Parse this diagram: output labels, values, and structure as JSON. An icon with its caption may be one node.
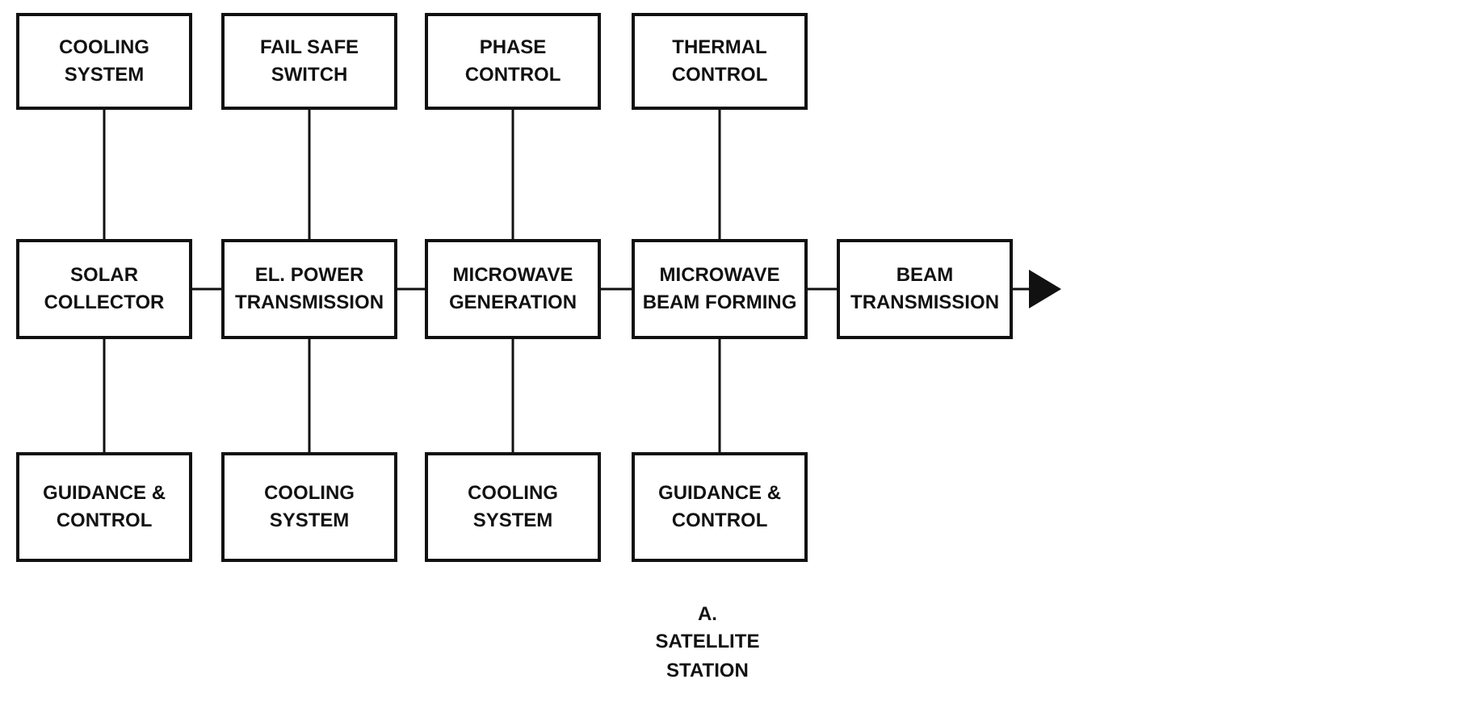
{
  "diagram": {
    "caption": "A. SATELLITE STATION",
    "nodes": [
      {
        "text": [
          "COOLING SYSTEM"
        ]
      },
      {
        "text": [
          "FAIL SAFE SWITCH"
        ]
      },
      {
        "text": [
          "PHASE CONTROL"
        ]
      },
      {
        "text": [
          "THERMAL CONTROL"
        ]
      },
      {
        "text": [
          "SOLAR COLLECTOR"
        ]
      },
      {
        "text": [
          "EL. POWER TRANSMISSION"
        ]
      },
      {
        "text": [
          "MICROWAVE GENERATION"
        ]
      },
      {
        "text": [
          "MICROWAVE BEAM FORMING"
        ]
      },
      {
        "text": [
          "BEAM TRANSMISSION"
        ]
      },
      {
        "text": [
          "GUIDANCE & CONTROL"
        ]
      },
      {
        "text": [
          "COOLING SYSTEM"
        ]
      },
      {
        "text": [
          "COOLING SYSTEM"
        ]
      },
      {
        "text": [
          "GUIDANCE & CONTROL"
        ]
      }
    ],
    "edges": [
      {
        "from": 0,
        "to": 4,
        "arrow": "none"
      },
      {
        "from": 1,
        "to": 5,
        "arrow": "none"
      },
      {
        "from": 2,
        "to": 6,
        "arrow": "none"
      },
      {
        "from": 3,
        "to": 7,
        "arrow": "none"
      },
      {
        "from": 4,
        "to": 5,
        "arrow": "none"
      },
      {
        "from": 5,
        "to": 6,
        "arrow": "none"
      },
      {
        "from": 6,
        "to": 7,
        "arrow": "none"
      },
      {
        "from": 7,
        "to": 8,
        "arrow": "none"
      },
      {
        "from": 8,
        "to": null,
        "arrow": "to"
      },
      {
        "from": 4,
        "to": 9,
        "arrow": "none"
      },
      {
        "from": 5,
        "to": 10,
        "arrow": "none"
      },
      {
        "from": 6,
        "to": 11,
        "arrow": "none"
      },
      {
        "from": 7,
        "to": 12,
        "arrow": "none"
      }
    ]
  }
}
